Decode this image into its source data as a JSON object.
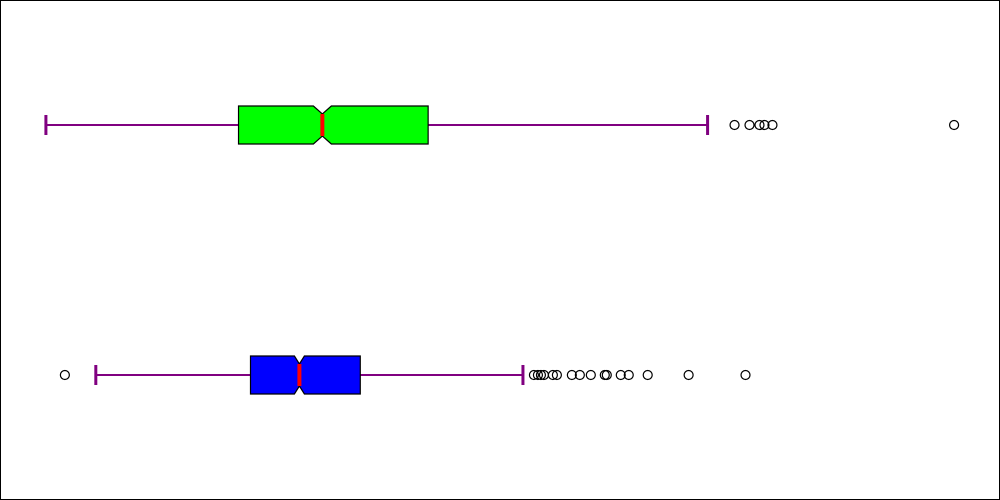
{
  "chart_data": {
    "type": "boxplot",
    "orientation": "horizontal",
    "notched": true,
    "xlim": [
      0,
      1000
    ],
    "grid": false,
    "legend": "none",
    "title": "",
    "xlabel": "",
    "ylabel": "",
    "colors": {
      "whisker": "#800080",
      "median": "#ff0000",
      "outline": "#000000",
      "outlier": "#000000"
    },
    "series": [
      {
        "fill": "#00ff00",
        "whisker_low": 45,
        "q1": 238,
        "notch_low": 313,
        "median": 322,
        "notch_high": 331,
        "q3": 428,
        "whisker_high": 708,
        "outliers": [
          735,
          750,
          760,
          765,
          773,
          955
        ]
      },
      {
        "fill": "#0000ff",
        "whisker_low": 95,
        "q1": 250,
        "notch_low": 294,
        "median": 299,
        "notch_high": 304,
        "q3": 360,
        "whisker_high": 523,
        "outliers": [
          64,
          534,
          538,
          541,
          544,
          553,
          557,
          572,
          580,
          591,
          605,
          607,
          621,
          629,
          648,
          689,
          746
        ]
      }
    ]
  }
}
